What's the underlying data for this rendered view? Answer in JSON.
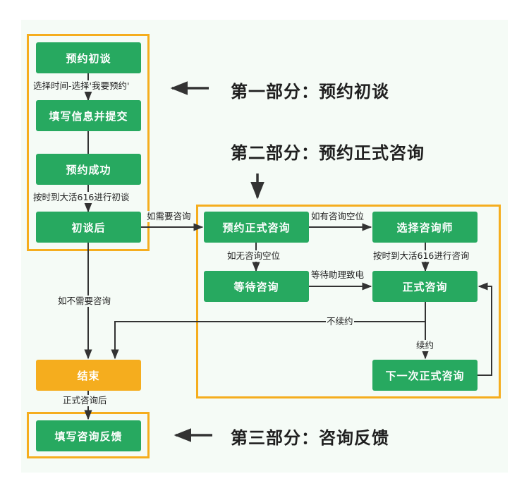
{
  "headings": {
    "part1": "第一部分：预约初谈",
    "part2": "第二部分：预约正式咨询",
    "part3": "第三部分：咨询反馈"
  },
  "nodes": {
    "book_intro": "预约初谈",
    "fill_info": "填写信息并提交",
    "book_success": "预约成功",
    "after_intro": "初谈后",
    "book_formal": "预约正式咨询",
    "choose_counselor": "选择咨询师",
    "waiting": "等待咨询",
    "formal": "正式咨询",
    "next_formal": "下一次正式咨询",
    "end": "结束",
    "feedback": "填写咨询反馈"
  },
  "edge_labels": {
    "select_time": "选择时间-选择'我要预约'",
    "go_intro": "按时到大活616进行初谈",
    "if_need": "如需要咨询",
    "if_not_need": "如不需要咨询",
    "has_slot": "如有咨询空位",
    "no_slot": "如无咨询空位",
    "go_formal": "按时到大活616进行咨询",
    "wait_call": "等待助理致电",
    "not_renew": "不续约",
    "renew": "续约",
    "after_formal": "正式咨询后"
  },
  "colors": {
    "node_green": "#27a960",
    "end_orange": "#f5ad1e",
    "group_border": "#f5ad1e",
    "arrow": "#333333",
    "panel_bg": "#f5fbf6"
  }
}
